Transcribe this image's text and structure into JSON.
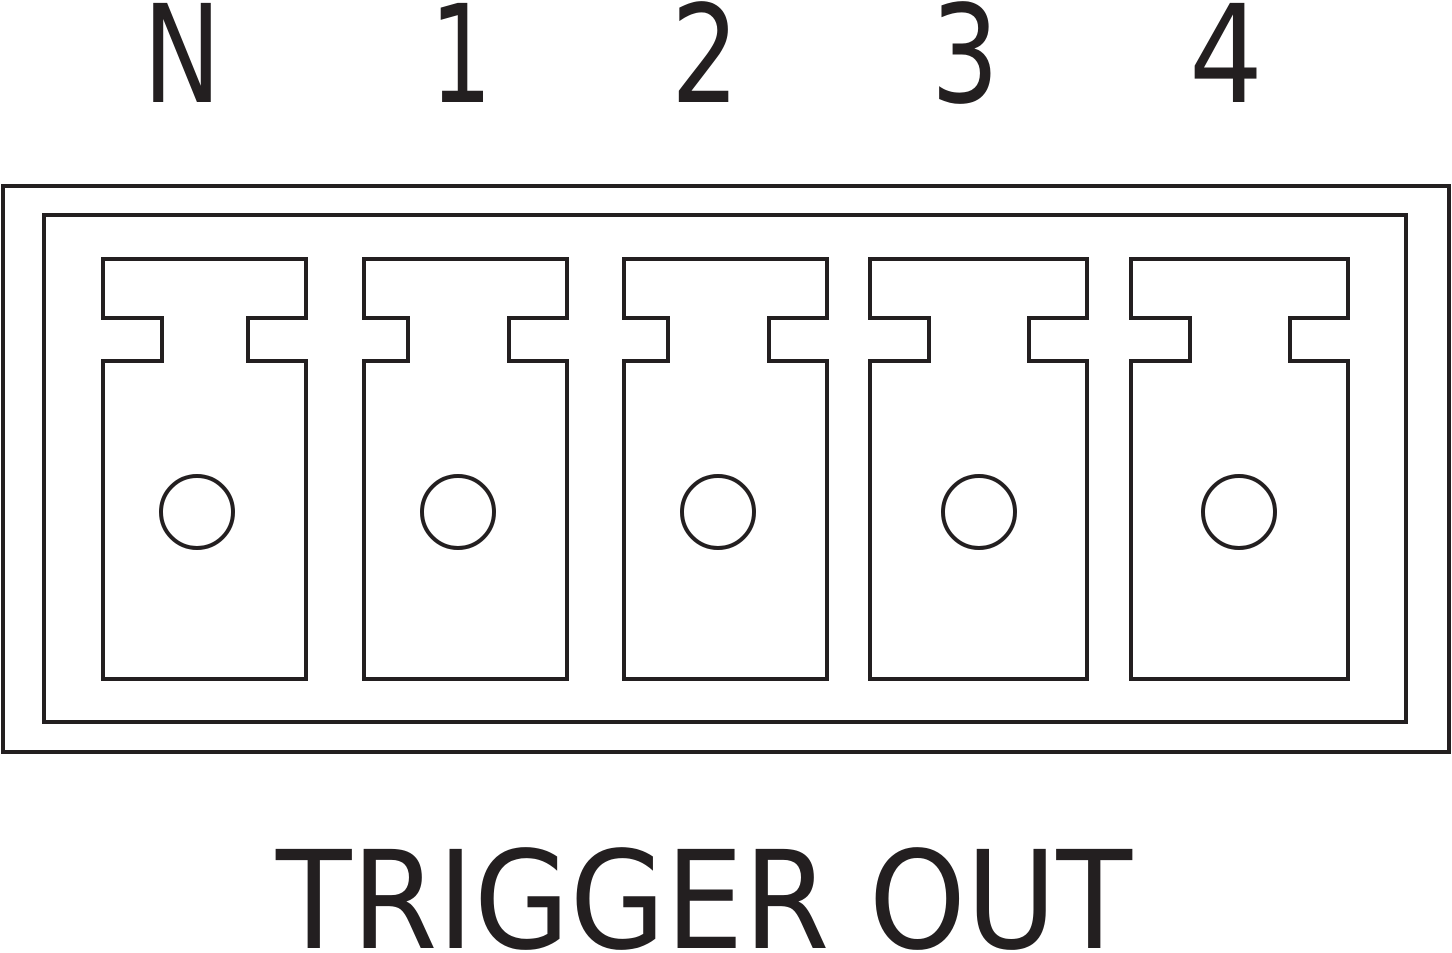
{
  "connector": {
    "pins": [
      {
        "label": "N"
      },
      {
        "label": "1"
      },
      {
        "label": "2"
      },
      {
        "label": "3"
      },
      {
        "label": "4"
      }
    ],
    "label": "TRIGGER OUT"
  },
  "colors": {
    "line": "#231f20",
    "background": "#ffffff"
  }
}
